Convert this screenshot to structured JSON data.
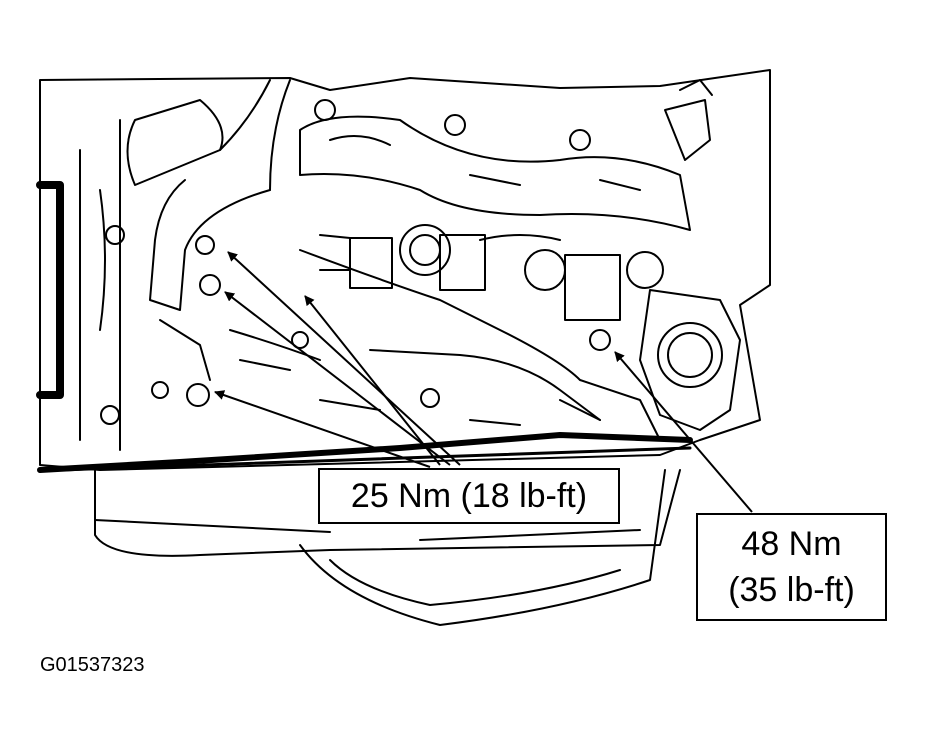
{
  "callouts": {
    "torque_25": "25 Nm (18 lb-ft)",
    "torque_48_line1": "48 Nm",
    "torque_48_line2": "(35 lb-ft)"
  },
  "figure_id": "G01537323",
  "colors": {
    "line": "#000000",
    "background": "#ffffff"
  }
}
